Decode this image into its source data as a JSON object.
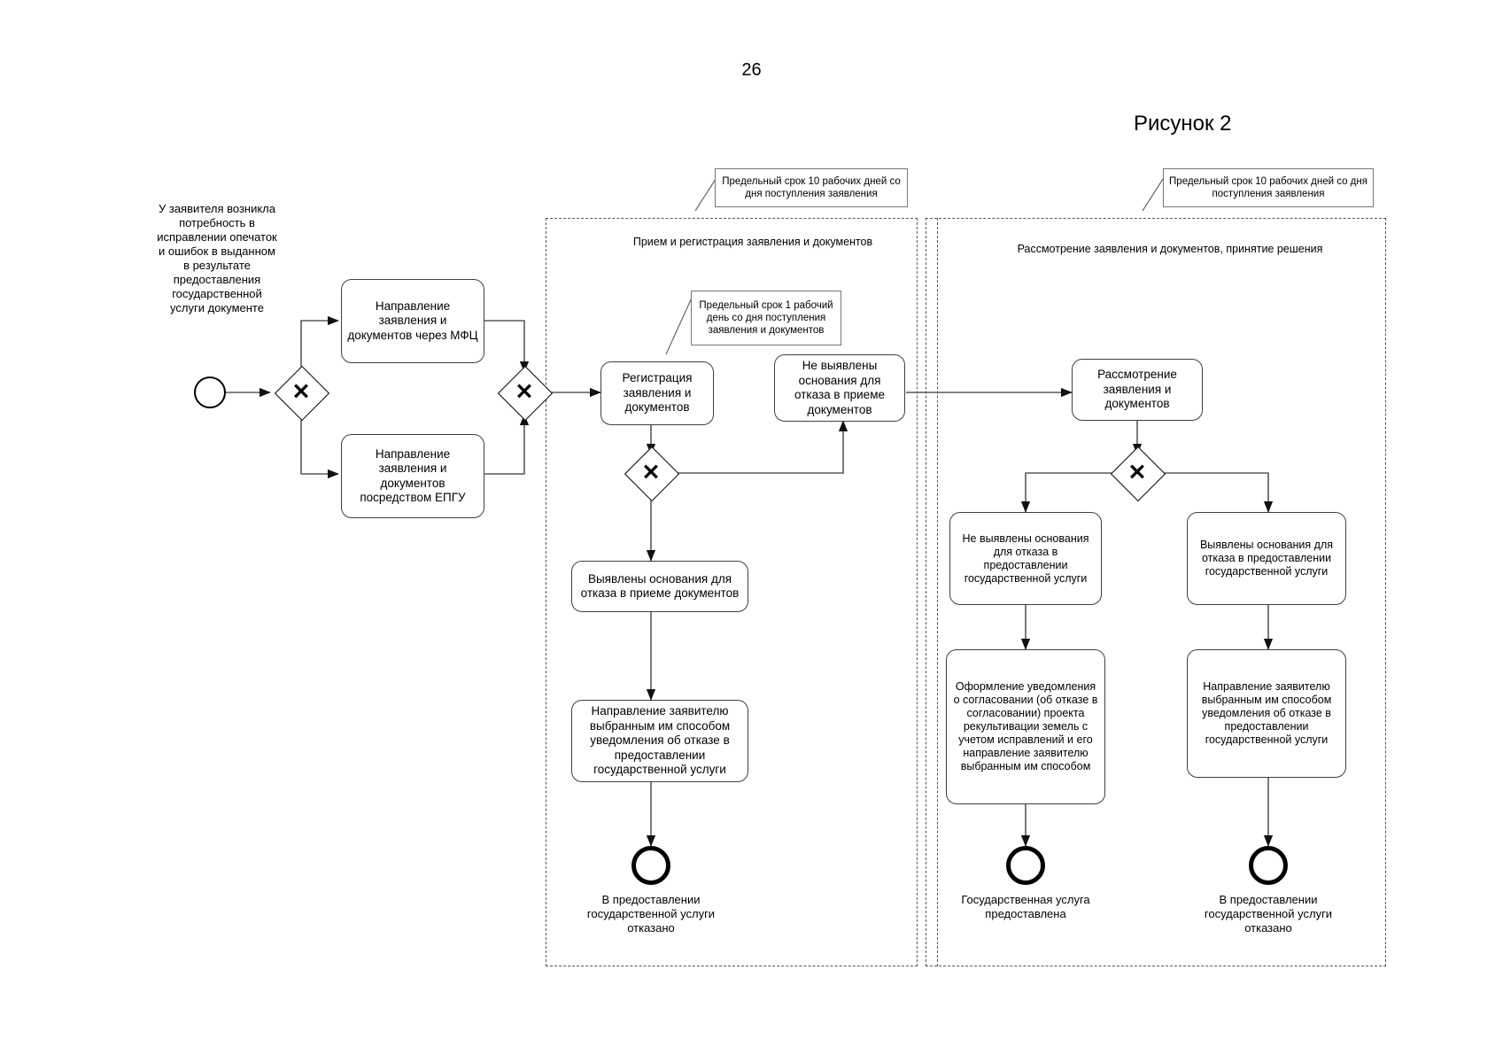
{
  "page": {
    "number": "26",
    "figure_caption": "Рисунок 2"
  },
  "lanes": [
    {
      "id": "lane-registration",
      "title": "Прием и регистрация заявления и документов"
    },
    {
      "id": "lane-review",
      "title": "Рассмотрение заявления и документов, принятие решения"
    }
  ],
  "notes": [
    {
      "id": "note-lane1",
      "text": "Предельный срок 10 рабочих дней со дня поступления заявления"
    },
    {
      "id": "note-registration",
      "text": "Предельный срок 1 рабочий день со дня поступления заявления и документов"
    },
    {
      "id": "note-lane2",
      "text": "Предельный срок 10 рабочих дней со дня поступления заявления"
    }
  ],
  "start": {
    "label": "У заявителя возникла потребность в исправлении опечаток и ошибок в выданном в результате предоставления государственной услуги документе"
  },
  "tasks": {
    "mfc": "Направление заявления и документов через МФЦ",
    "epgu": "Направление заявления и документов посредством ЕПГУ",
    "registration": "Регистрация заявления и документов",
    "no_refusal_accept": "Не выявлены основания для отказа в приеме документов",
    "refusal_accept": "Выявлены основания для отказа в приеме документов",
    "notify_refusal_accept": "Направление заявителю выбранным им способом уведомления об отказе в предоставлении государственной услуги",
    "review": "Рассмотрение заявления и документов",
    "no_refusal_service": "Не выявлены основания для отказа в предоставлении государственной услуги",
    "refusal_service": "Выявлены основания для отказа в предоставлении государственной услуги",
    "issue_notice": "Оформление уведомления о согласовании (об отказе в согласовании) проекта рекультивации земель с учетом исправлений и его направление заявителю выбранным им способом",
    "notify_refusal_service": "Направление заявителю выбранным им способом уведомления об отказе в предоставлении государственной услуги"
  },
  "end_events": [
    {
      "id": "end-left",
      "label": "В предоставлении государственной услуги отказано"
    },
    {
      "id": "end-granted",
      "label": "Государственная услуга предоставлена"
    },
    {
      "id": "end-right",
      "label": "В предоставлении государственной услуги отказано"
    }
  ],
  "gateways": [
    {
      "id": "gateway-split-channel",
      "symbol": "✕"
    },
    {
      "id": "gateway-join-channel",
      "symbol": "✕"
    },
    {
      "id": "gateway-accept-decision",
      "symbol": "✕"
    },
    {
      "id": "gateway-service-decision",
      "symbol": "✕"
    }
  ],
  "colors": {
    "stroke": "#3f3f3f",
    "lane_border": "#555555",
    "note_border": "#777777",
    "connector": "#5a5a5a",
    "text": "#000000",
    "background": "#ffffff"
  }
}
